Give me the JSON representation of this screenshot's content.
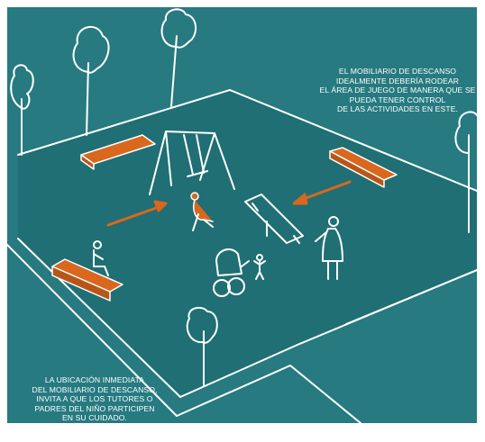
{
  "notes": {
    "top": {
      "lines": [
        "EL MOBILIARIO DE DESCANSO",
        "IDEALMENTE DEBERÍA RODEAR",
        "EL ÁREA DE JUEGO DE MANERA QUE SE",
        "PUEDA TENER CONTROL",
        "DE LAS ACTIVIDADES EN ESTE."
      ]
    },
    "bottom": {
      "lines": [
        "LA UBICACIÓN INMEDIATA",
        "DEL MOBILIARIO DE DESCANSO,",
        "INVITA A QUE LOS TUTORES O",
        "PADRES DEL NIÑO PARTICIPEN",
        "EN SU CUIDADO."
      ]
    }
  },
  "icons": [
    "tree-icon",
    "swing-icon",
    "bench-icon",
    "seesaw-icon",
    "child-icon",
    "adult-icon",
    "stroller-icon",
    "arrow-icon"
  ],
  "colors": {
    "background": "#267a80",
    "plaza": "#1e6f75",
    "bench": "#d9671e",
    "line": "#ffffff"
  }
}
